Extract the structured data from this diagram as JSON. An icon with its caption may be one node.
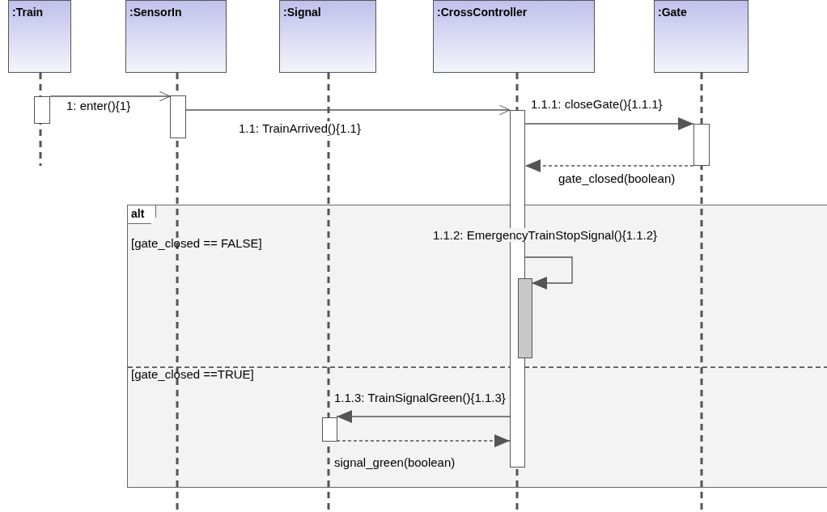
{
  "diagram": {
    "nodes": [
      {
        "text": [
          ":Train"
        ]
      },
      {
        "text": [
          ":SensorIn"
        ]
      },
      {
        "text": [
          ":Signal"
        ]
      },
      {
        "text": [
          ":CrossController"
        ]
      },
      {
        "text": [
          ":Gate"
        ]
      },
      {
        "text": [],
        "shape": "bar"
      },
      {
        "text": [],
        "shape": "bar"
      },
      {
        "text": [],
        "shape": "bar"
      },
      {
        "text": [],
        "shape": "bar"
      },
      {
        "text": [
          "alt",
          "[gate_closed == FALSE]",
          "[gate_closed ==TRUE]"
        ]
      },
      {
        "text": [],
        "shape": "bar",
        "in": 9
      },
      {
        "text": [],
        "shape": "bar",
        "in": 9
      }
    ],
    "edges": [
      {
        "from": 5,
        "to": 6,
        "arrow": "to",
        "label": "1: enter(){1}"
      },
      {
        "from": 6,
        "to": 7,
        "arrow": "to",
        "label": "1.1: TrainArrived(){1.1}"
      },
      {
        "from": 7,
        "to": 8,
        "arrow": "to",
        "label": "1.1.1: closeGate(){1.1.1}"
      },
      {
        "from": 8,
        "to": 7,
        "arrow": "to",
        "label": "gate_closed(boolean)",
        "style": "dashed"
      },
      {
        "from": 7,
        "to": 10,
        "arrow": "to",
        "label": "1.1.2: EmergencyTrainStopSignal(){1.1.2}"
      },
      {
        "from": 7,
        "to": 11,
        "arrow": "to",
        "label": "1.1.3: TrainSignalGreen(){1.1.3}"
      },
      {
        "from": 11,
        "to": 7,
        "arrow": "to",
        "label": "signal_green(boolean)",
        "style": "dashed"
      }
    ]
  }
}
